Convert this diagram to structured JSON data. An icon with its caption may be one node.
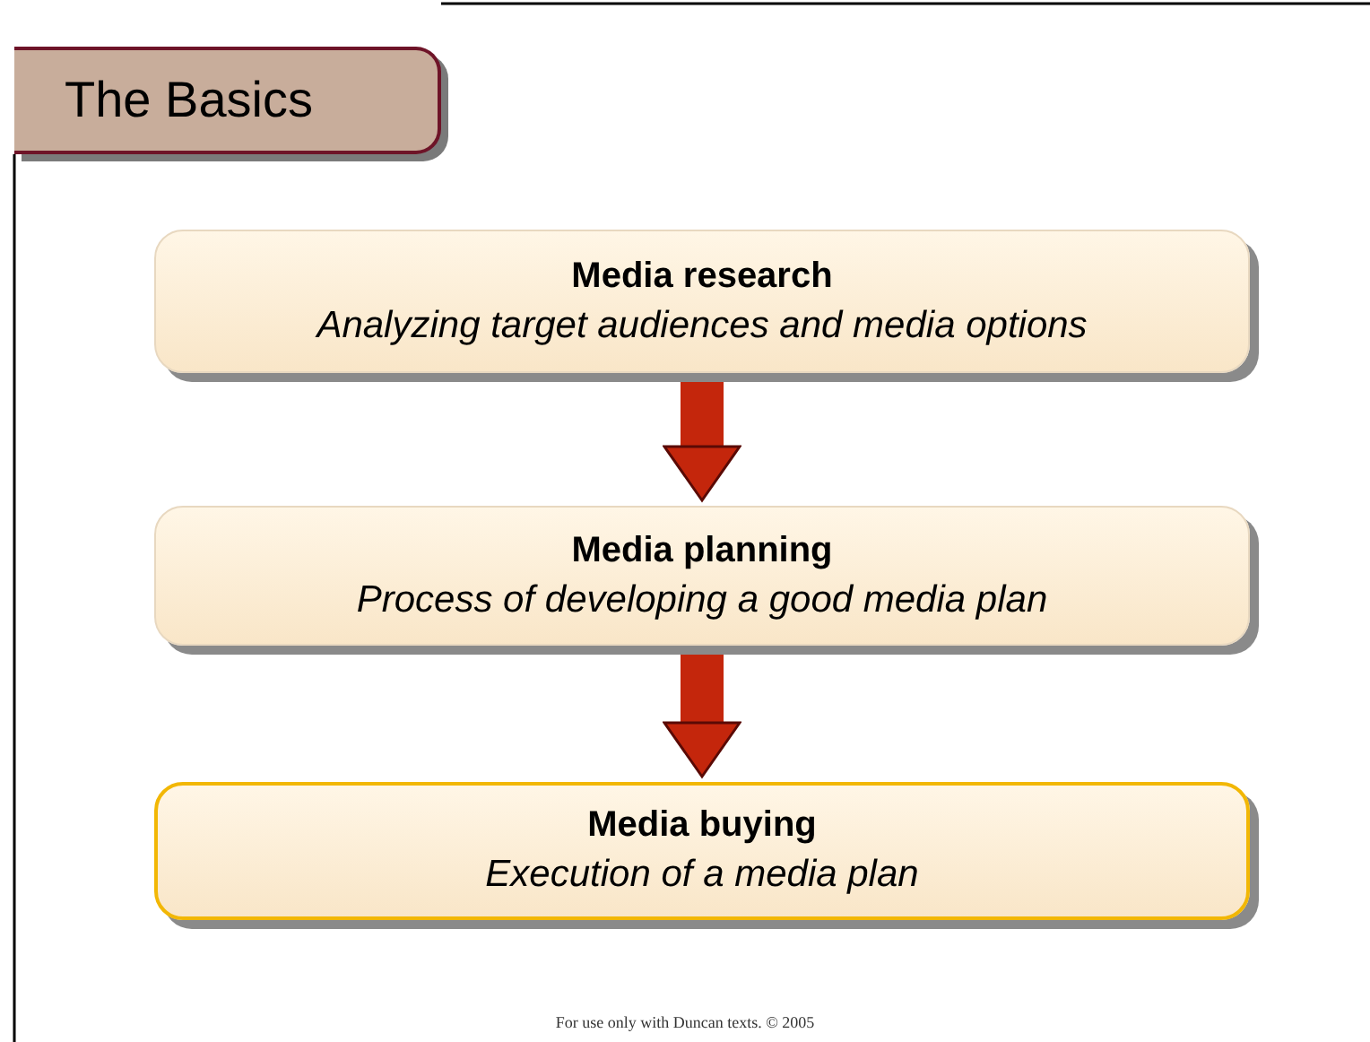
{
  "diagram": {
    "title": "The Basics",
    "nodes": [
      {
        "text": [
          "Media research",
          "Analyzing target audiences and media options"
        ]
      },
      {
        "text": [
          "Media planning",
          "Process of developing a good media plan"
        ]
      },
      {
        "text": [
          "Media buying",
          "Execution of a media plan"
        ]
      }
    ],
    "edges": [
      {
        "from": 0,
        "to": 1,
        "arrow": "to"
      },
      {
        "from": 1,
        "to": 2,
        "arrow": "to"
      }
    ],
    "labels": [
      "For use only with Duncan texts. © 2005"
    ]
  }
}
